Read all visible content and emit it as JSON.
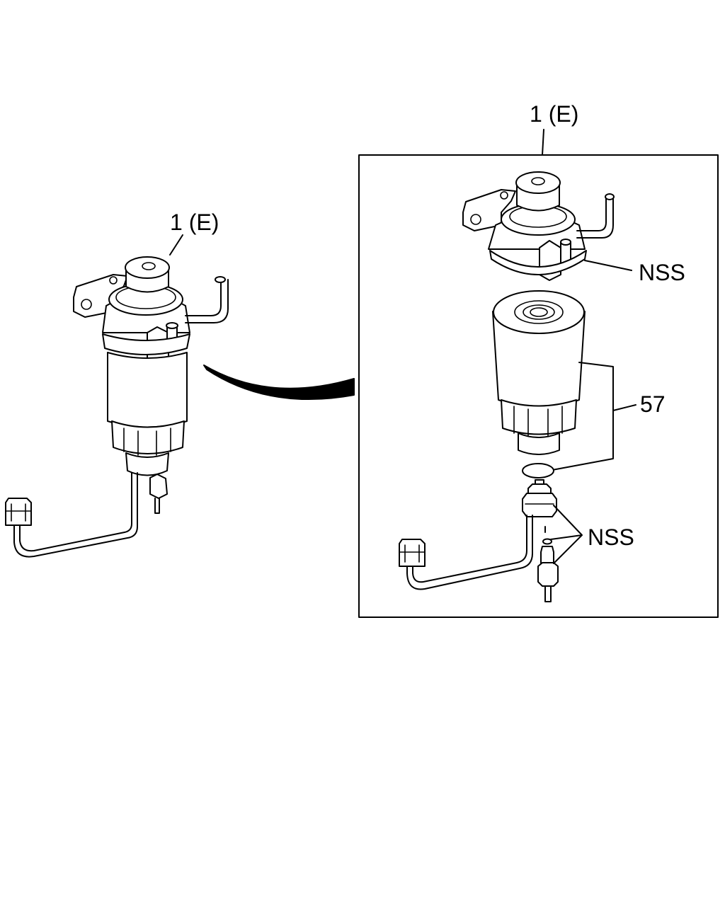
{
  "callouts": {
    "assembly_label_left": "1 (E)",
    "assembly_label_box": "1 (E)",
    "nss_gasket_label": "NSS",
    "element_label": "57",
    "nss_drain_label": "NSS"
  },
  "colors": {
    "line": "#000000",
    "background": "#ffffff"
  }
}
